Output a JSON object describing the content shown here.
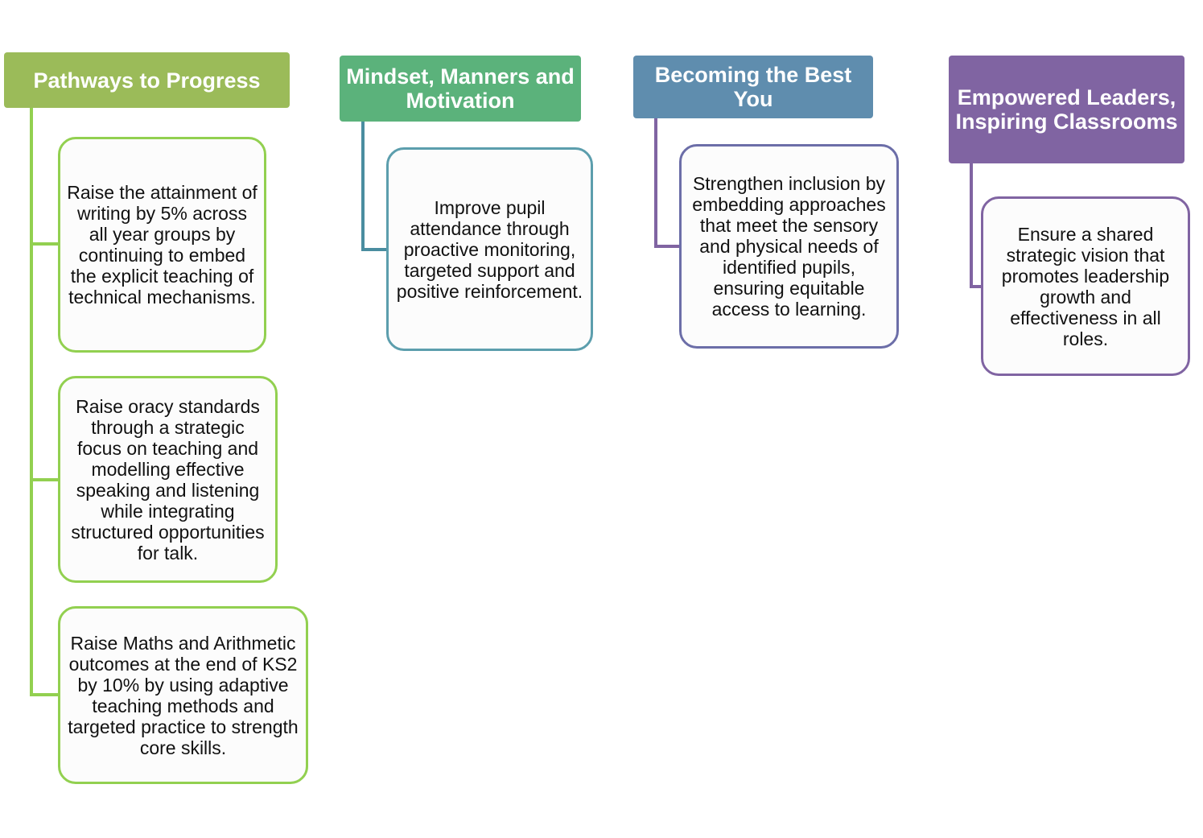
{
  "colors": {
    "green_header": "#9BBB59",
    "green_line": "#92D050",
    "teal_header": "#5BB27B",
    "teal_line": "#4A8DA0",
    "blue_header": "#5F8DAE",
    "blue_line": "#8064A2",
    "purple_header": "#8064A2",
    "purple_line": "#8064A2"
  },
  "columns": [
    {
      "title": "Pathways to Progress",
      "items": [
        "Raise the attainment of writing by 5% across all year groups by continuing to embed the explicit teaching of technical mechanisms.",
        "Raise oracy standards through a strategic focus on teaching and modelling effective speaking and listening while integrating structured opportunities for talk.",
        "Raise Maths and Arithmetic outcomes at the end of KS2 by 10% by using adaptive teaching methods and targeted practice to strength core skills."
      ]
    },
    {
      "title": "Mindset, Manners and Motivation",
      "items": [
        "Improve pupil attendance through proactive monitoring, targeted support and positive reinforcement."
      ]
    },
    {
      "title": "Becoming the Best You",
      "items": [
        "Strengthen inclusion by embedding approaches that meet the sensory and physical needs of identified pupils, ensuring equitable access to learning."
      ]
    },
    {
      "title": "Empowered Leaders, Inspiring Classrooms",
      "items": [
        "Ensure a shared strategic vision that promotes leadership growth and effectiveness in all roles."
      ]
    }
  ]
}
